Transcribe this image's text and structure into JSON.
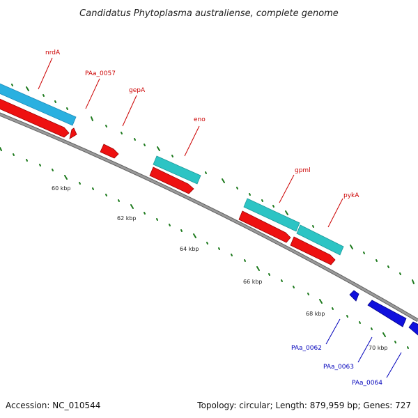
{
  "title": "Candidatus Phytoplasma australiense, complete genome",
  "footer": {
    "accession": "Accession: NC_010544",
    "stats": "Topology: circular; Length: 879,959 bp; Genes: 727"
  },
  "ticks": [
    "60 kbp",
    "62 kbp",
    "64 kbp",
    "66 kbp",
    "68 kbp",
    "70 kbp"
  ],
  "genes": {
    "nrdA": "nrdA",
    "paa0057": "PAa_0057",
    "gepA": "gepA",
    "eno": "eno",
    "gpml": "gpml",
    "pykA": "pykA",
    "paa0062": "PAa_0062",
    "paa0063": "PAa_0063",
    "paa0064": "PAa_0064"
  },
  "colors": {
    "backbone": "#8a8a8a",
    "forward_gene": "#ee1111",
    "cds_blue": "#2ab0e0",
    "cds_teal": "#2cc4c4",
    "reverse_gene": "#1010dd",
    "tick_mark": "#1d7a1d",
    "label_red": "#cc0000",
    "label_blue": "#0000bb"
  }
}
